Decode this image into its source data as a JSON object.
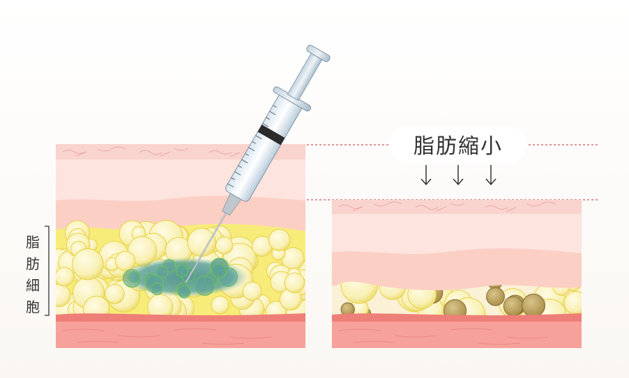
{
  "labels": {
    "fat_cells": [
      "脂",
      "肪",
      "細",
      "胞"
    ],
    "fat_shrink": "脂肪縮小"
  },
  "colors": {
    "epidermis": "#f9d3cd",
    "dermis": "#fde4de",
    "fat_yellow": "#f6ea6e",
    "fat_cell": "#fbf6c0",
    "injection": "#5f9f9b",
    "muscle": "#f2908a",
    "guide_line": "#c9565c"
  }
}
